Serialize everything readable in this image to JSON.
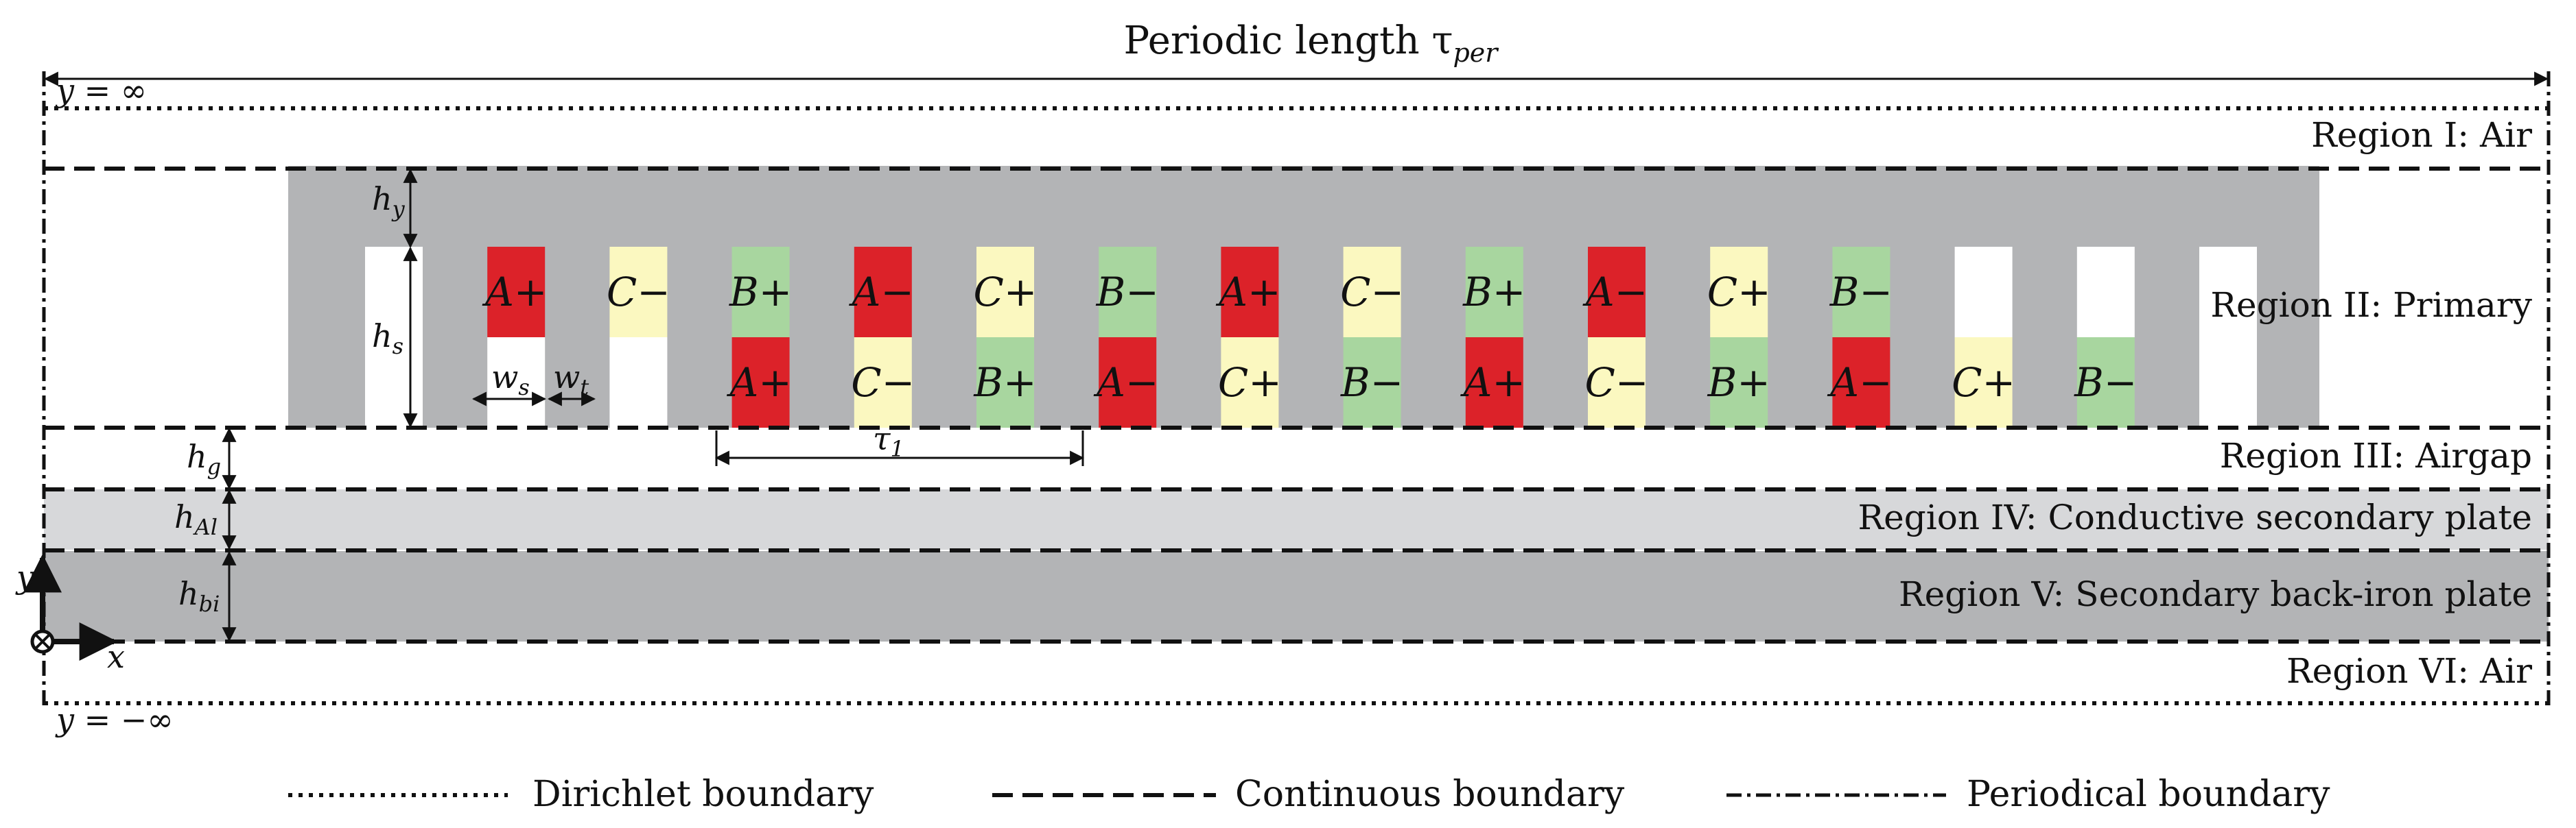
{
  "title": "Periodic length τ",
  "title_sub": "per",
  "boundaries": {
    "top": "y = ∞",
    "bottom": "y = −∞"
  },
  "regions": [
    {
      "label": "Region I: Air"
    },
    {
      "label": "Region II: Primary"
    },
    {
      "label": "Region III: Airgap"
    },
    {
      "label": "Region IV: Conductive secondary plate"
    },
    {
      "label": "Region V: Secondary back-iron plate"
    },
    {
      "label": "Region VI: Air"
    }
  ],
  "slots": {
    "top": [
      "",
      "A+",
      "C−",
      "B+",
      "A−",
      "C+",
      "B−",
      "A+",
      "C−",
      "B+",
      "A−",
      "C+",
      "B−",
      "",
      "",
      ""
    ],
    "bottom": [
      "",
      "",
      "",
      "A+",
      "C−",
      "B+",
      "A−",
      "C+",
      "B−",
      "A+",
      "C−",
      "B+",
      "A−",
      "C+",
      "B−",
      ""
    ]
  },
  "phase_colors": {
    "A": "#dc2229",
    "B": "#a8d69f",
    "C": "#fbf8c0",
    "empty": "#ffffff"
  },
  "region_colors": {
    "primary_iron": "#b3b4b6",
    "conductive_plate": "#d7d8da",
    "back_iron": "#b3b4b6"
  },
  "dimensions": {
    "h_y": {
      "base": "h",
      "sub": "y"
    },
    "h_s": {
      "base": "h",
      "sub": "s"
    },
    "w_s": {
      "base": "w",
      "sub": "s"
    },
    "w_t": {
      "base": "w",
      "sub": "t"
    },
    "tau_1": {
      "base": "τ",
      "sub": "1"
    },
    "h_g": {
      "base": "h",
      "sub": "g"
    },
    "h_Al": {
      "base": "h",
      "sub": "Al"
    },
    "h_bi": {
      "base": "h",
      "sub": "bi"
    }
  },
  "axes": {
    "x": "x",
    "y": "y"
  },
  "legend": [
    {
      "label": "Dirichlet boundary",
      "style": "dotted"
    },
    {
      "label": "Continuous boundary",
      "style": "dashed"
    },
    {
      "label": "Periodical boundary",
      "style": "dash-dot"
    }
  ]
}
